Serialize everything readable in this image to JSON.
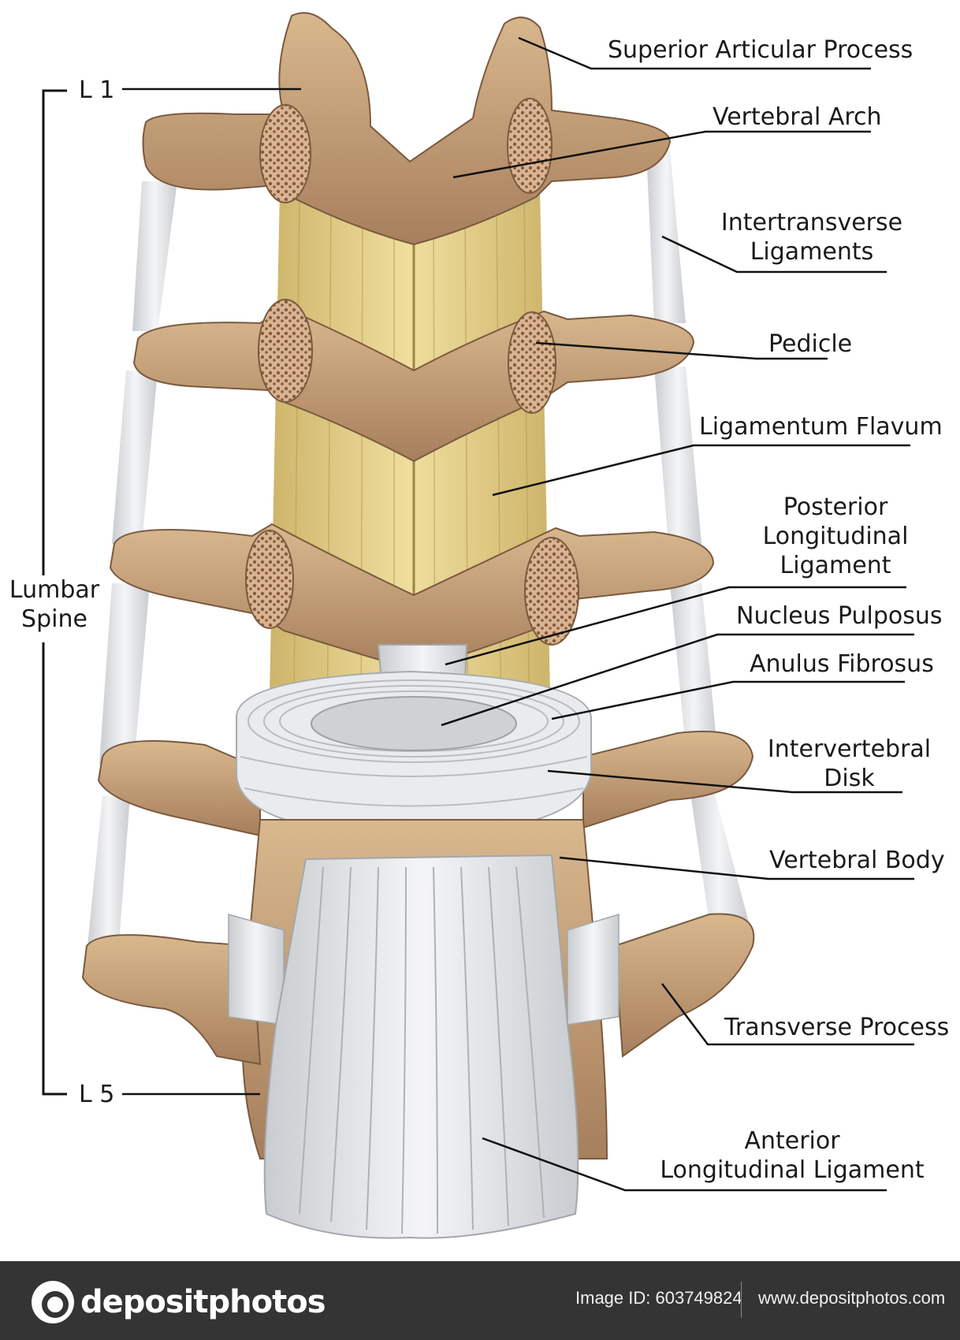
{
  "labels": {
    "superior_articular_process": [
      "Superior Articular Process"
    ],
    "vertebral_arch": [
      "Vertebral Arch"
    ],
    "intertransverse_ligaments": [
      "Intertransverse",
      "Ligaments"
    ],
    "pedicle": [
      "Pedicle"
    ],
    "ligamentum_flavum": [
      "Ligamentum Flavum"
    ],
    "posterior_longitudinal_ligament": [
      "Posterior",
      "Longitudinal",
      "Ligament"
    ],
    "nucleus_pulposus": [
      "Nucleus Pulposus"
    ],
    "anulus_fibrosus": [
      "Anulus Fibrosus"
    ],
    "intervertebral_disk": [
      "Intervertebral",
      "Disk"
    ],
    "vertebral_body": [
      "Vertebral Body"
    ],
    "transverse_process": [
      "Transverse Process"
    ],
    "anterior_longitudinal_ligament": [
      "Anterior",
      "Longitudinal Ligament"
    ],
    "lumbar_spine": [
      "Lumbar",
      "Spine"
    ],
    "l1": [
      "L 1"
    ],
    "l5": [
      "L 5"
    ]
  },
  "footer": {
    "brand": "depositphotos",
    "image_id": "Image ID: 603749824",
    "website": "www.depositphotos.com"
  },
  "colors": {
    "bone": "#c9a47a",
    "bone_dark": "#8f6a4c",
    "flavum": "#e4cf8a",
    "ligament": "#e2e4e6",
    "footer_bg": "#343434"
  },
  "icons": [
    "depositphotos-logo-icon"
  ]
}
